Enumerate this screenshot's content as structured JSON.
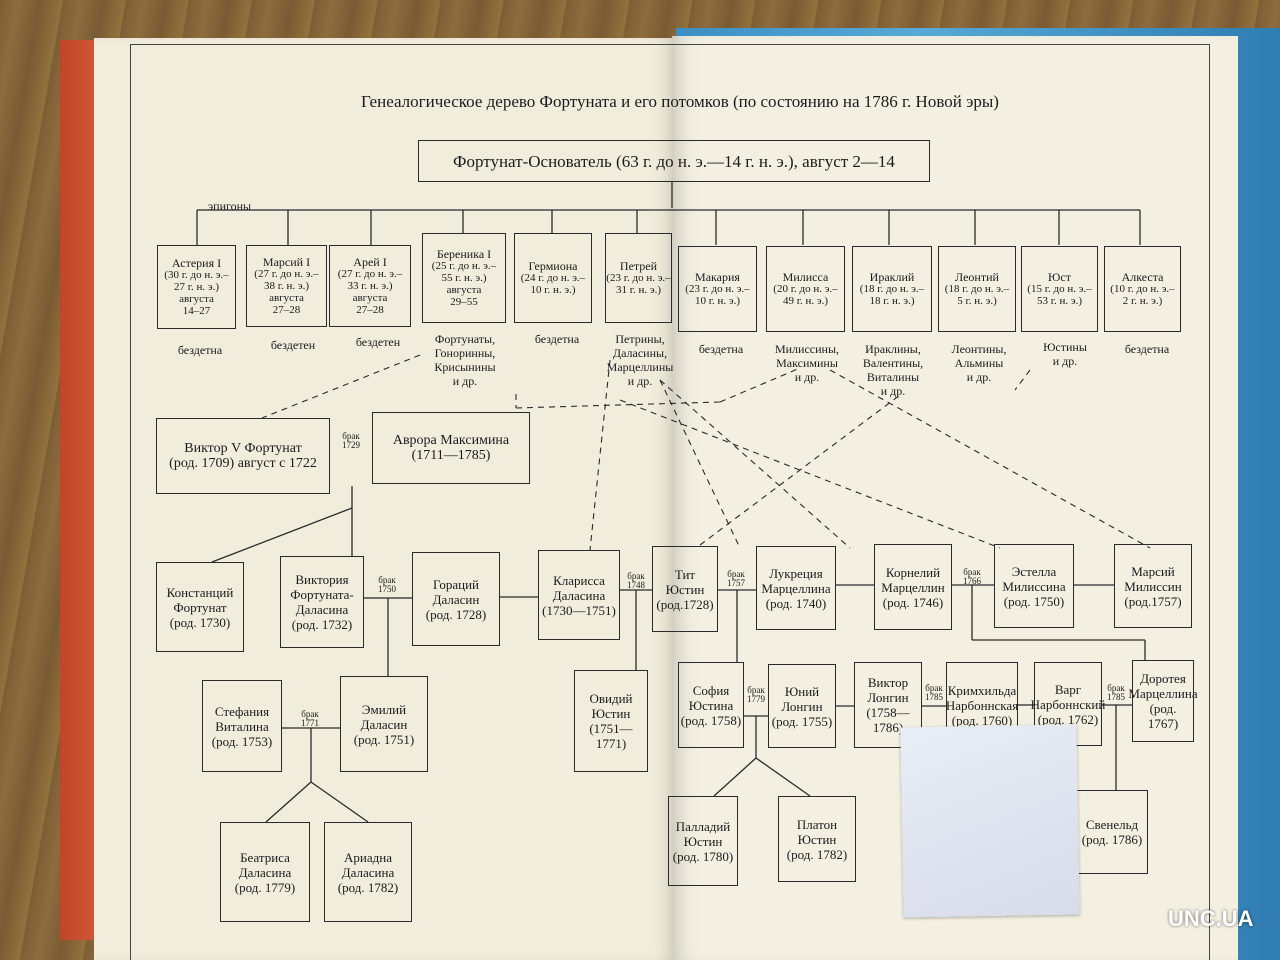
{
  "title": "Генеалогическое дерево Фортуната и его потомков (по состоянию на 1786 г. Новой эры)",
  "founder": "Фортунат-Основатель (63 г. до н. э.—14 г. н. э.), август 2—14",
  "epigony_label": "эпигоны",
  "epigony": [
    {
      "name": "Астерия I",
      "dates": [
        "(30 г. до н. э.–",
        "27 г. н. э.)",
        "августа",
        "14–27"
      ],
      "note": "бездетна"
    },
    {
      "name": "Марсий I",
      "dates": [
        "(27 г. до н. э.–",
        "38 г. н. э.)",
        "августа",
        "27–28"
      ],
      "note": "бездетен"
    },
    {
      "name": "Арей I",
      "dates": [
        "(27 г. до н. э.–",
        "33 г. н. э.)",
        "августа",
        "27–28"
      ],
      "note": "бездетен"
    },
    {
      "name": "Береника I",
      "dates": [
        "(25 г. до н. э.–",
        "55 г. н. э.)",
        "августа",
        "29–55"
      ],
      "note": "Фортунаты,\nГоноринны,\nКрисынины\nи др."
    },
    {
      "name": "Гермиона",
      "dates": [
        "(24 г. до н. э.–",
        "10 г. н. э.)"
      ],
      "note": "бездетна"
    },
    {
      "name": "Петрей",
      "dates": [
        "(23 г. до н. э.–",
        "31 г. н. э.)"
      ],
      "note": "Петрины,\nДаласины,\nМарцеллины\nи др."
    },
    {
      "name": "Макария",
      "dates": [
        "(23 г. до н. э.–",
        "10 г. н. э.)"
      ],
      "note": "бездетна"
    },
    {
      "name": "Милисса",
      "dates": [
        "(20 г. до н. э.–",
        "49 г. н. э.)"
      ],
      "note": "Милиссины,\nМаксимины\nи др."
    },
    {
      "name": "Ираклий",
      "dates": [
        "(18 г. до н. э.–",
        "18 г. н. э.)"
      ],
      "note": "Ираклины,\nВалентины,\nВиталины\nи др."
    },
    {
      "name": "Леонтий",
      "dates": [
        "(18 г. до н. э.–",
        "5 г. н. э.)"
      ],
      "note": "Леонтины,\nАльмины\nи др."
    },
    {
      "name": "Юст",
      "dates": [
        "(15 г. до н. э.–",
        "53 г. н. э.)"
      ],
      "note": "Юстины\nи др."
    },
    {
      "name": "Алкеста",
      "dates": [
        "(10 г. до н. э.–",
        "2 г. н. э.)"
      ],
      "note": "бездетна"
    }
  ],
  "persons": {
    "viktor5": [
      "Виктор V Фортунат",
      "(род. 1709) август с 1722"
    ],
    "avrora": [
      "Аврора Максимина",
      "(1711—1785)"
    ],
    "konstantsiy": [
      "Констанций",
      "Фортунат",
      "(род. 1730)"
    ],
    "viktoria": [
      "Виктория",
      "Фортуната-",
      "Даласина",
      "(род. 1732)"
    ],
    "goratsiy": [
      "Гораций",
      "Даласин",
      "(род. 1728)"
    ],
    "klarissa": [
      "Кларисса",
      "Даласина",
      "(1730—1751)"
    ],
    "tit": [
      "Тит",
      "Юстин",
      "(род.1728)"
    ],
    "lukretsia": [
      "Лукреция",
      "Марцеллина",
      "(род. 1740)"
    ],
    "korneliy": [
      "Корнелий",
      "Марцеллин",
      "(род. 1746)"
    ],
    "estella": [
      "Эстелла",
      "Милиссина",
      "(род. 1750)"
    ],
    "marsiy": [
      "Марсий",
      "Милиссин",
      "(род.1757)"
    ],
    "stefania": [
      "Стефания",
      "Виталина",
      "(род. 1753)"
    ],
    "emiliy": [
      "Эмилий",
      "Даласин",
      "(род. 1751)"
    ],
    "ovidiy": [
      "Овидий",
      "Юстин",
      "(1751—1771)"
    ],
    "sofia": [
      "София",
      "Юстина",
      "(род. 1758)"
    ],
    "yuniy": [
      "Юний",
      "Лонгин",
      "(род. 1755)"
    ],
    "viktorL": [
      "Виктор",
      "Лонгин",
      "(1758—1786)"
    ],
    "krimhilda": [
      "Кримхильда",
      "Нарбоннская",
      "(род. 1760)"
    ],
    "varg": [
      "Варг",
      "Нарбоннский",
      "(род. 1762)"
    ],
    "doroteya": [
      "Доротея",
      "Марцеллина",
      "(род. 1767)"
    ],
    "beatrisa": [
      "Беатриса",
      "Даласина",
      "(род. 1779)"
    ],
    "ariadna": [
      "Ариадна",
      "Даласина",
      "(род. 1782)"
    ],
    "palladiy": [
      "Палладий",
      "Юстин",
      "(род. 1780)"
    ],
    "platon": [
      "Платон",
      "Юстин",
      "(род. 1782)"
    ],
    "svenelʹd": [
      "Свенельд",
      "(род. 1786)"
    ]
  },
  "marriages": {
    "m1729": [
      "брак",
      "1729"
    ],
    "m1750": [
      "брак",
      "1750"
    ],
    "m1748": [
      "брак",
      "1748"
    ],
    "m1757": [
      "брак",
      "1757"
    ],
    "m1766": [
      "брак",
      "1766"
    ],
    "m1771": [
      "брак",
      "1771"
    ],
    "m1779": [
      "брак",
      "1779"
    ],
    "m1785a": [
      "брак",
      "1785"
    ],
    "m1785b": [
      "брак",
      "1785"
    ]
  },
  "watermark": "UNC.UA"
}
